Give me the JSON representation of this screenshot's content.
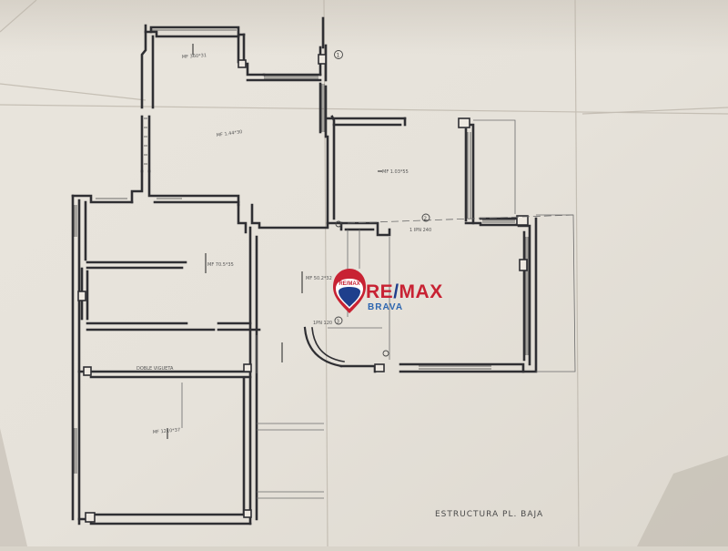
{
  "plan": {
    "title": "ESTRUCTURA PL. BAJA",
    "notes": {
      "top_room": "MF 360*31",
      "corridor": "MF 1.44*30",
      "right_room": "MF 1.03*55",
      "left_room": "MF 70.5*35",
      "center_room": "MF 50.2*32",
      "lower_room": "MF 1210*37",
      "beam": "DOBLE VIGUETA",
      "axis_2": "1 IPN 240",
      "axis_3": "1PN 120"
    },
    "axis_markers": [
      "1",
      "2",
      "3"
    ]
  },
  "watermark": {
    "badge_text": "RE/MAX",
    "brand_main": "RE",
    "brand_slash": "/",
    "brand_end": "MAX",
    "brand_sub": "BRAVA",
    "colors": {
      "red": "#c82233",
      "blue": "#1f3f8c",
      "light_blue": "#2d66b0"
    }
  }
}
